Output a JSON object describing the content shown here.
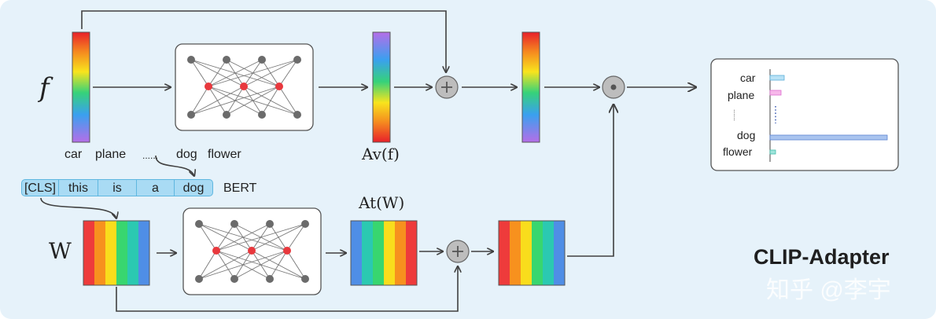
{
  "symbols": {
    "f": "f",
    "av": "Av(f)",
    "w": "W",
    "at": "At(W)"
  },
  "words": [
    "car",
    "plane",
    "......",
    "dog",
    "flower"
  ],
  "tokens": [
    "[CLS]",
    "this",
    "is",
    "a",
    "dog"
  ],
  "bert_label": "BERT",
  "result": {
    "labels": [
      "car",
      "plane",
      "dog",
      "flower"
    ],
    "ellipsis": "......"
  },
  "title": "CLIP-Adapter",
  "watermark": "知乎 @李宇",
  "colors": {
    "background": "#e6f2fa",
    "arrow": "#404040",
    "node_gray": "#6b6b6b",
    "node_red": "#e8383d",
    "adder": "#bdbdbd"
  }
}
